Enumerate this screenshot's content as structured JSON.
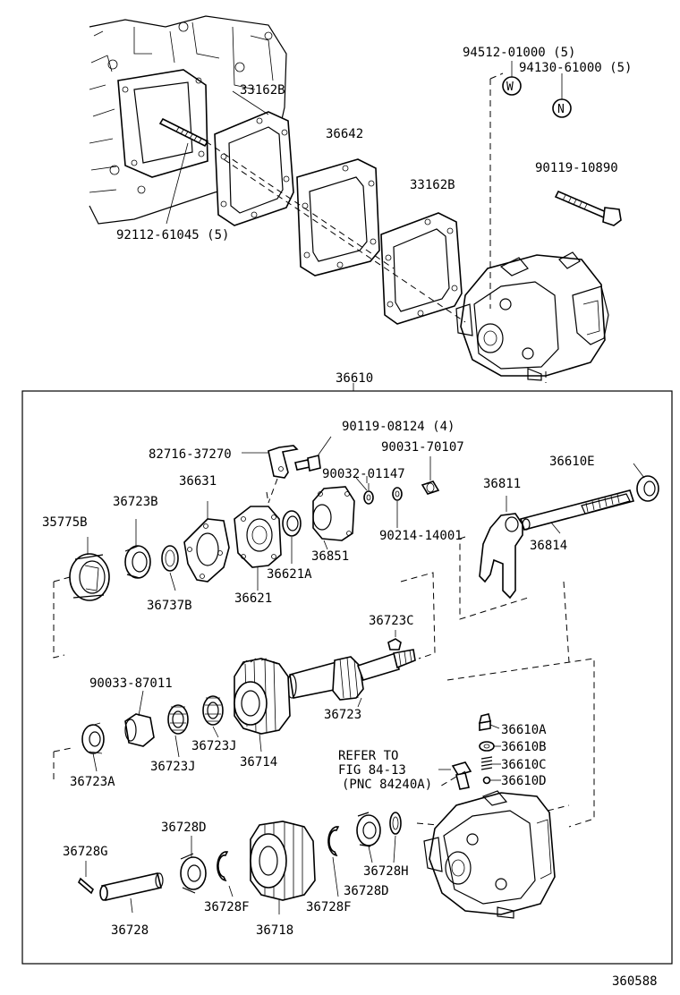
{
  "diagram_id": "360588",
  "labels": [
    {
      "id": "p94512",
      "text": "94512-01000 (5)"
    },
    {
      "id": "p94130",
      "text": "94130-61000 (5)"
    },
    {
      "id": "sym_w",
      "text": "W"
    },
    {
      "id": "sym_n",
      "text": "N"
    },
    {
      "id": "p33162b_a",
      "text": "33162B"
    },
    {
      "id": "p36642",
      "text": "36642"
    },
    {
      "id": "p33162b_b",
      "text": "33162B"
    },
    {
      "id": "p90119_10890",
      "text": "90119-10890"
    },
    {
      "id": "p92112",
      "text": "92112-61045 (5)"
    },
    {
      "id": "p36610",
      "text": "36610"
    },
    {
      "id": "p90119_08124",
      "text": "90119-08124 (4)"
    },
    {
      "id": "p82716",
      "text": "82716-37270"
    },
    {
      "id": "p90031",
      "text": "90031-70107"
    },
    {
      "id": "p36631",
      "text": "36631"
    },
    {
      "id": "p90032",
      "text": "90032-01147"
    },
    {
      "id": "p36610e",
      "text": "36610E"
    },
    {
      "id": "p36723b",
      "text": "36723B"
    },
    {
      "id": "p36811",
      "text": "36811"
    },
    {
      "id": "p35775b",
      "text": "35775B"
    },
    {
      "id": "p36851",
      "text": "36851"
    },
    {
      "id": "p90214",
      "text": "90214-14001"
    },
    {
      "id": "p36814",
      "text": "36814"
    },
    {
      "id": "p36621a",
      "text": "36621A"
    },
    {
      "id": "p36737b",
      "text": "36737B"
    },
    {
      "id": "p36621",
      "text": "36621"
    },
    {
      "id": "p36723c",
      "text": "36723C"
    },
    {
      "id": "p90033",
      "text": "90033-87011"
    },
    {
      "id": "p36723",
      "text": "36723"
    },
    {
      "id": "p36723j_a",
      "text": "36723J"
    },
    {
      "id": "p36723j_b",
      "text": "36723J"
    },
    {
      "id": "p36714",
      "text": "36714"
    },
    {
      "id": "p36723a",
      "text": "36723A"
    },
    {
      "id": "p36610a",
      "text": "36610A"
    },
    {
      "id": "p36610b",
      "text": "36610B"
    },
    {
      "id": "p36610c",
      "text": "36610C"
    },
    {
      "id": "p36610d",
      "text": "36610D"
    },
    {
      "id": "refer1",
      "text": "REFER TO"
    },
    {
      "id": "refer2",
      "text": "FIG 84-13"
    },
    {
      "id": "refer3",
      "text": "(PNC 84240A)"
    },
    {
      "id": "p36728d_a",
      "text": "36728D"
    },
    {
      "id": "p36728g",
      "text": "36728G"
    },
    {
      "id": "p36728h",
      "text": "36728H"
    },
    {
      "id": "p36728d_b",
      "text": "36728D"
    },
    {
      "id": "p36728f_a",
      "text": "36728F"
    },
    {
      "id": "p36728f_b",
      "text": "36728F"
    },
    {
      "id": "p36728",
      "text": "36728"
    },
    {
      "id": "p36718",
      "text": "36718"
    },
    {
      "id": "fig_no",
      "text": "360588"
    }
  ]
}
